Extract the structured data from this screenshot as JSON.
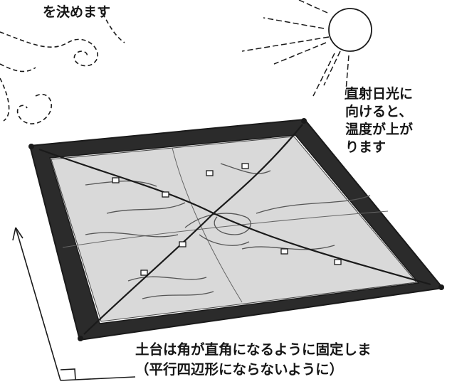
{
  "captions": {
    "wind_fragment": "を決めます",
    "sun": {
      "line1": "直射日光に",
      "line2": "向けると、",
      "line3": "温度が上が",
      "line4": "ります"
    },
    "base": {
      "line1": "土台は角が直角になるように固定しま",
      "line2": "（平行四辺形にならないように）"
    }
  },
  "illustration": {
    "subject": "solar drying frame with plastic sheet",
    "icons": [
      "sun-icon",
      "wind-swirl-icon",
      "right-angle-marker-icon",
      "direction-arrow-icon"
    ]
  },
  "colors": {
    "ink": "#1a1a1a",
    "frame": "#2b2b2b",
    "sheet": "#d9d9d9",
    "paper": "#ffffff"
  }
}
